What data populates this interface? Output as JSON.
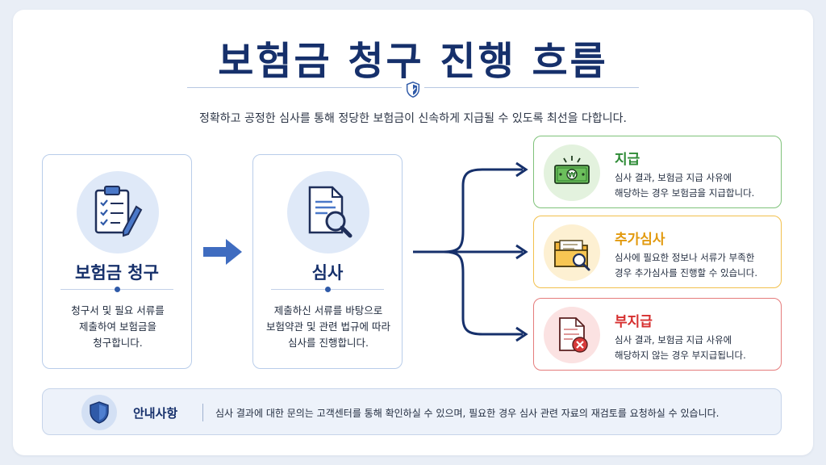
{
  "title": "보험금 청구 진행 흐름",
  "subtitle": "정확하고 공정한 심사를 통해 정당한 보험금이 신속하게 지급될 수 있도록 최선을 다합니다.",
  "steps": [
    {
      "title": "보험금 청구",
      "description": "청구서 및 필요 서류를\n제출하여 보험금을\n청구합니다.",
      "icon": "clipboard-checklist-icon"
    },
    {
      "title": "심사",
      "description": "제출하신 서류를 바탕으로\n보험약관 및 관련 법규에 따라\n심사를 진행합니다.",
      "icon": "document-magnifier-icon"
    }
  ],
  "outcomes": [
    {
      "title": "지급",
      "description": "심사 결과, 보험금 지급 사유에\n해당하는 경우 보험금을 지급합니다.",
      "icon": "banknote-won-icon",
      "color": "#2e8b36"
    },
    {
      "title": "추가심사",
      "description": "심사에 필요한 정보나 서류가 부족한\n경우 추가심사를 진행할 수 있습니다.",
      "icon": "folder-search-icon",
      "color": "#e29a0f"
    },
    {
      "title": "부지급",
      "description": "심사 결과, 보험금 지급 사유에\n해당하지 않는 경우 부지급됩니다.",
      "icon": "document-rejected-icon",
      "color": "#d62f2f"
    }
  ],
  "notice": {
    "title": "안내사항",
    "text": "심사 결과에 대한 문의는 고객센터를 통해 확인하실 수 있으며, 필요한 경우 심사 관련 자료의 재검토를 요청하실 수 있습니다.",
    "icon": "shield-icon"
  },
  "colors": {
    "navy": "#16306b",
    "accent_blue": "#2f5aa8",
    "green": "#2e8b36",
    "orange": "#e29a0f",
    "red": "#d62f2f"
  }
}
